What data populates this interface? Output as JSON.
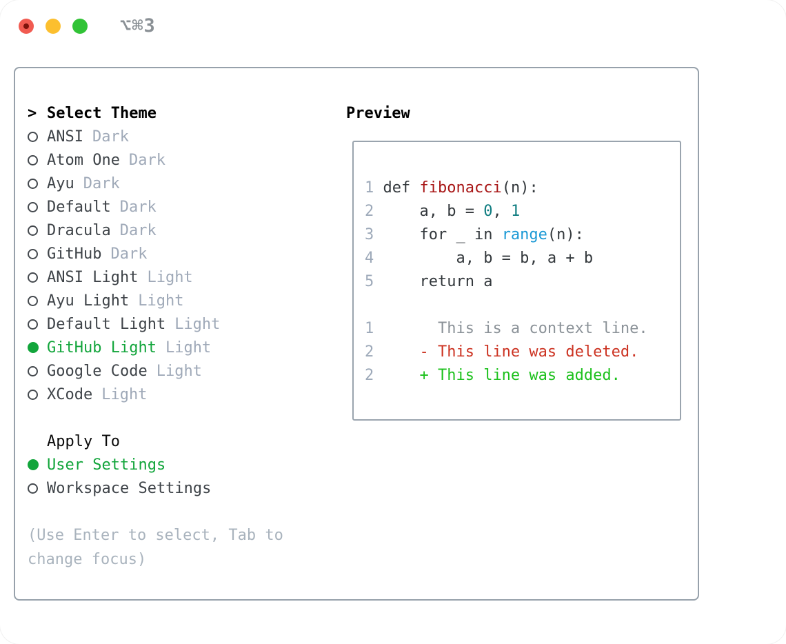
{
  "titlebar": {
    "title": "⌥⌘3",
    "traffic_lights": [
      "close",
      "minimize",
      "zoom"
    ]
  },
  "sidebar": {
    "header": {
      "prefix": ">",
      "label": "Select Theme"
    },
    "themes": [
      {
        "name": "ANSI",
        "variant": "Dark",
        "selected": false
      },
      {
        "name": "Atom One",
        "variant": "Dark",
        "selected": false
      },
      {
        "name": "Ayu",
        "variant": "Dark",
        "selected": false
      },
      {
        "name": "Default",
        "variant": "Dark",
        "selected": false
      },
      {
        "name": "Dracula",
        "variant": "Dark",
        "selected": false
      },
      {
        "name": "GitHub",
        "variant": "Dark",
        "selected": false
      },
      {
        "name": "ANSI Light",
        "variant": "Light",
        "selected": false
      },
      {
        "name": "Ayu Light",
        "variant": "Light",
        "selected": false
      },
      {
        "name": "Default Light",
        "variant": "Light",
        "selected": false
      },
      {
        "name": "GitHub Light",
        "variant": "Light",
        "selected": true
      },
      {
        "name": "Google Code",
        "variant": "Light",
        "selected": false
      },
      {
        "name": "XCode",
        "variant": "Light",
        "selected": false
      }
    ],
    "apply_to": {
      "header": "Apply To",
      "options": [
        {
          "label": "User Settings",
          "selected": true
        },
        {
          "label": "Workspace Settings",
          "selected": false
        }
      ]
    },
    "hint": "(Use Enter to select, Tab to\nchange focus)"
  },
  "preview": {
    "title": "Preview",
    "code_lines": [
      {
        "no": "1",
        "tokens": [
          {
            "t": "def ",
            "c": "plain"
          },
          {
            "t": "fibonacci",
            "c": "func"
          },
          {
            "t": "(n):",
            "c": "plain"
          }
        ]
      },
      {
        "no": "2",
        "tokens": [
          {
            "t": "    a, b = ",
            "c": "plain"
          },
          {
            "t": "0",
            "c": "num"
          },
          {
            "t": ", ",
            "c": "plain"
          },
          {
            "t": "1",
            "c": "num"
          }
        ]
      },
      {
        "no": "3",
        "tokens": [
          {
            "t": "    for _ in ",
            "c": "plain"
          },
          {
            "t": "range",
            "c": "builtin"
          },
          {
            "t": "(n):",
            "c": "plain"
          }
        ]
      },
      {
        "no": "4",
        "tokens": [
          {
            "t": "        a, b = b, a + b",
            "c": "plain"
          }
        ]
      },
      {
        "no": "5",
        "tokens": [
          {
            "t": "    return a",
            "c": "plain"
          }
        ]
      },
      {
        "no": "",
        "tokens": []
      },
      {
        "no": "1",
        "tokens": [
          {
            "t": "      This is a context line.",
            "c": "context"
          }
        ]
      },
      {
        "no": "2",
        "tokens": [
          {
            "t": "    - This line was deleted.",
            "c": "del"
          }
        ]
      },
      {
        "no": "2",
        "tokens": [
          {
            "t": "    + This line was added.",
            "c": "add"
          }
        ]
      }
    ]
  },
  "colors": {
    "selected_green": "#12a53b",
    "added_green": "#1dc11d",
    "deleted_red": "#cc3322",
    "function_red": "#a81616",
    "number_teal": "#0e7c80",
    "builtin_blue": "#1b99d5",
    "muted_gray": "#9fa9b8"
  }
}
